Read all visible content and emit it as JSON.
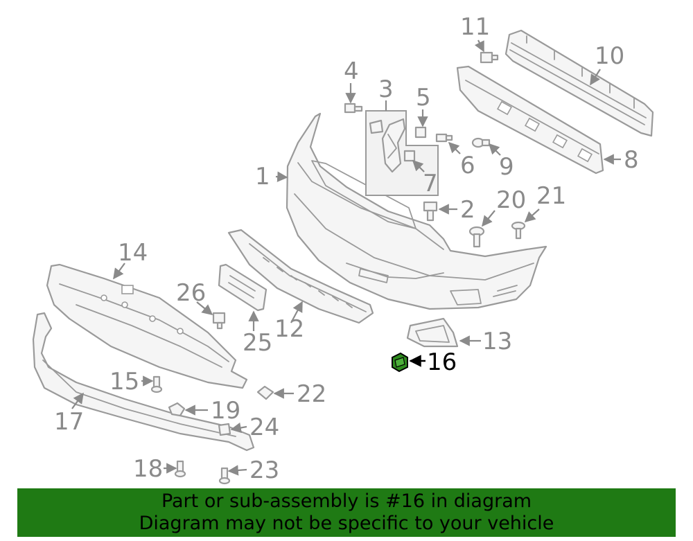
{
  "diagram": {
    "callouts": {
      "c1": "1",
      "c2": "2",
      "c3": "3",
      "c4": "4",
      "c5": "5",
      "c6": "6",
      "c7": "7",
      "c8": "8",
      "c9": "9",
      "c10": "10",
      "c11": "11",
      "c12": "12",
      "c13": "13",
      "c14": "14",
      "c15": "15",
      "c16": "16",
      "c17": "17",
      "c18": "18",
      "c19": "19",
      "c20": "20",
      "c21": "21",
      "c22": "22",
      "c23": "23",
      "c24": "24",
      "c25": "25",
      "c26": "26"
    },
    "highlight_part": "16",
    "colors": {
      "line_art": "#9a9a9a",
      "highlight_part": "#2e8b1e",
      "banner_background": "#1f7a14",
      "banner_text": "#000000"
    }
  },
  "banner": {
    "line1": "Part or sub-assembly is #16 in diagram",
    "line2": "Diagram may not be specific to your vehicle"
  }
}
